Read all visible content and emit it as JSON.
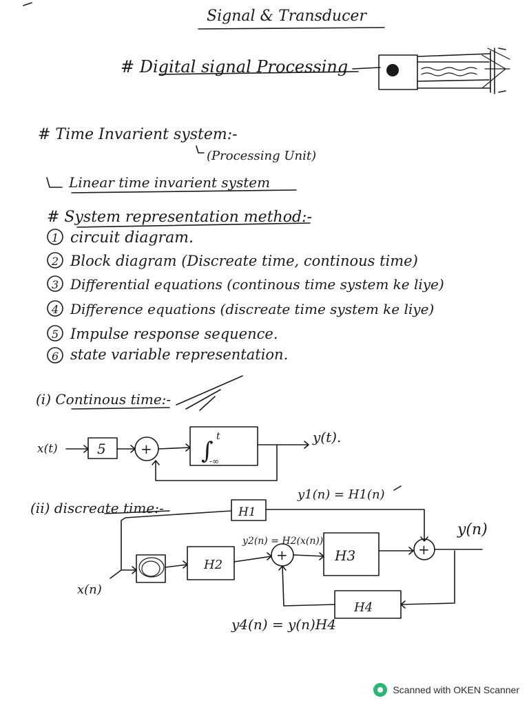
{
  "title": "Signal & Transducer",
  "heading_dsp": "# Digital signal Processing",
  "heading_tis": "# Time Invarient system:-",
  "tis_note": "(Processing Unit)",
  "lti": "Linear time invarient system",
  "heading_srm": "# System representation method:-",
  "methods": [
    {
      "num": "1",
      "text": "circuit diagram."
    },
    {
      "num": "2",
      "text": "Block diagram (Discreate time, continous time)"
    },
    {
      "num": "3",
      "text": "Differential equations (continous time system ke liye)"
    },
    {
      "num": "4",
      "text": "Difference equations (discreate time system ke liye)"
    },
    {
      "num": "5",
      "text": "Impulse response sequence."
    },
    {
      "num": "6",
      "text": "state variable representation."
    }
  ],
  "ct": {
    "heading": "(i) Continous time:-",
    "input": "x(t)",
    "gain": "5",
    "adder": "+",
    "integral_upper": "t",
    "integral_lower": "-∞",
    "output": "y(t)."
  },
  "dt": {
    "heading": "(ii) discreate time:-",
    "eq_top": "y1(n) = H1(n)",
    "h1": "H1",
    "h2": "H2",
    "h3": "H3",
    "h4": "H4",
    "eq_mid": "y2(n) = H2(x(n))",
    "input": "x(n)",
    "output": "y(n)",
    "plus": "+",
    "eq_bottom": "y4(n) = y(n)H4"
  },
  "scanner": "Scanned with OKEN Scanner",
  "colors": {
    "ink": "#1a1a1a",
    "paper": "#ffffff",
    "logo": "#2bb673"
  }
}
